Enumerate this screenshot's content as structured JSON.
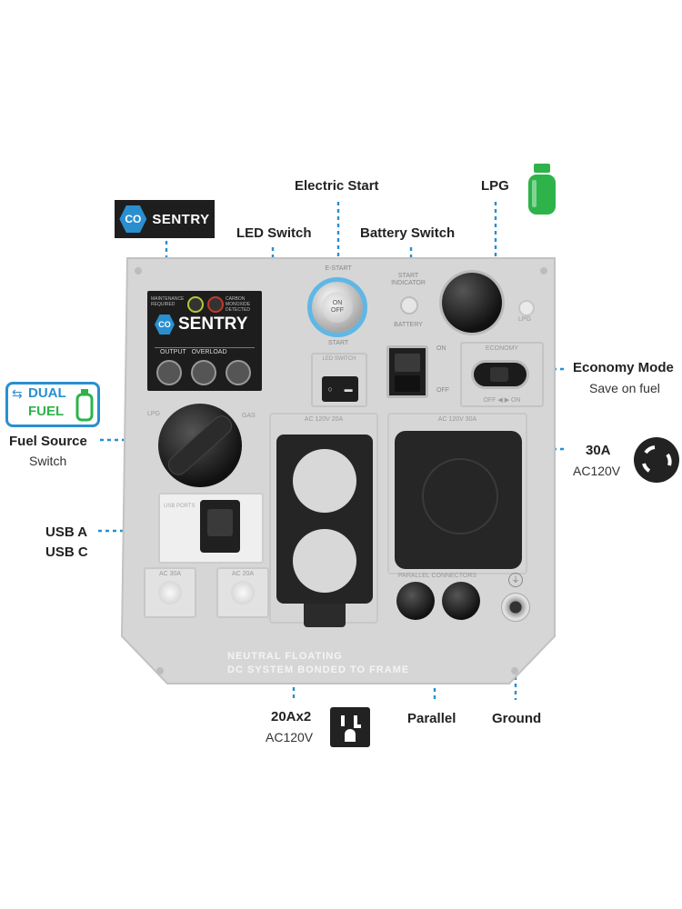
{
  "callouts": {
    "electric_start": "Electric Start",
    "lpg": "LPG",
    "led_switch": "LED Switch",
    "battery_switch": "Battery Switch",
    "economy_mode": "Economy Mode",
    "economy_mode_sub": "Save on fuel",
    "fuel_source": "Fuel Source",
    "fuel_source_sub": "Switch",
    "outlet_30a": "30A",
    "outlet_30a_sub": "AC120V",
    "usb_a": "USB A",
    "usb_c": "USB C",
    "outlet_20a": "20Ax2",
    "outlet_20a_sub": "AC120V",
    "parallel": "Parallel",
    "ground": "Ground"
  },
  "badges": {
    "co_sentry_co": "CO",
    "co_sentry_word": "SENTRY",
    "dual": "DUAL",
    "fuel": "FUEL"
  },
  "panel": {
    "e_start": "E-START",
    "on_off": "ON\nOFF",
    "start": "START",
    "start_indicator": "START INDICATOR",
    "battery": "BATTERY",
    "on": "ON",
    "off": "OFF",
    "economy": "ECONOMY",
    "off_on": "OFF ◀ ▶ ON",
    "lpg": "LPG",
    "gas": "GAS",
    "led_switch": "LED SWITCH",
    "ac_20a_box": "AC 120V 20A",
    "ac_30a_box": "AC 120V 30A",
    "usb_ports": "USB PORTS",
    "ac_30a_breaker": "AC 30A",
    "ac_20a_breaker": "AC 20A",
    "parallel_connectors": "PARALLEL CONNECTORS",
    "output": "OUTPUT",
    "overload": "OVERLOAD",
    "footer_line1": "NEUTRAL FLOATING",
    "footer_line2": "DC SYSTEM BONDED TO FRAME",
    "maintenance": "MAINTENANCE REQUIRED",
    "co_detected": "CARBON MONOXIDE DETECTED"
  },
  "colors": {
    "accent_blue": "#2a8fcf",
    "lpg_green": "#2db34a",
    "panel_gray": "#d4d4d4",
    "outlet_black": "#262626"
  }
}
